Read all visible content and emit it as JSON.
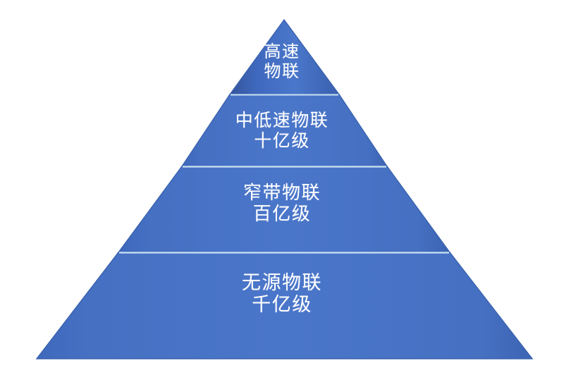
{
  "diagram": {
    "type": "pyramid",
    "title": "",
    "background_color": "#ffffff",
    "body_color": "#4472C4",
    "edge_color": "#3B63AE",
    "divider_color": "#C9E2F2",
    "text_color": "#FFFFFF",
    "levels": [
      {
        "index": 1,
        "position": "apex",
        "line1": "高速",
        "line2": "物联",
        "name": "高速物联"
      },
      {
        "index": 2,
        "position": "upper-middle",
        "line1": "中低速物联",
        "line2": "十亿级",
        "name": "中低速物联"
      },
      {
        "index": 3,
        "position": "lower-middle",
        "line1": "窄带物联",
        "line2": "百亿级",
        "name": "窄带物联"
      },
      {
        "index": 4,
        "position": "base",
        "line1": "无源物联",
        "line2": "千亿级",
        "name": "无源物联"
      }
    ]
  }
}
